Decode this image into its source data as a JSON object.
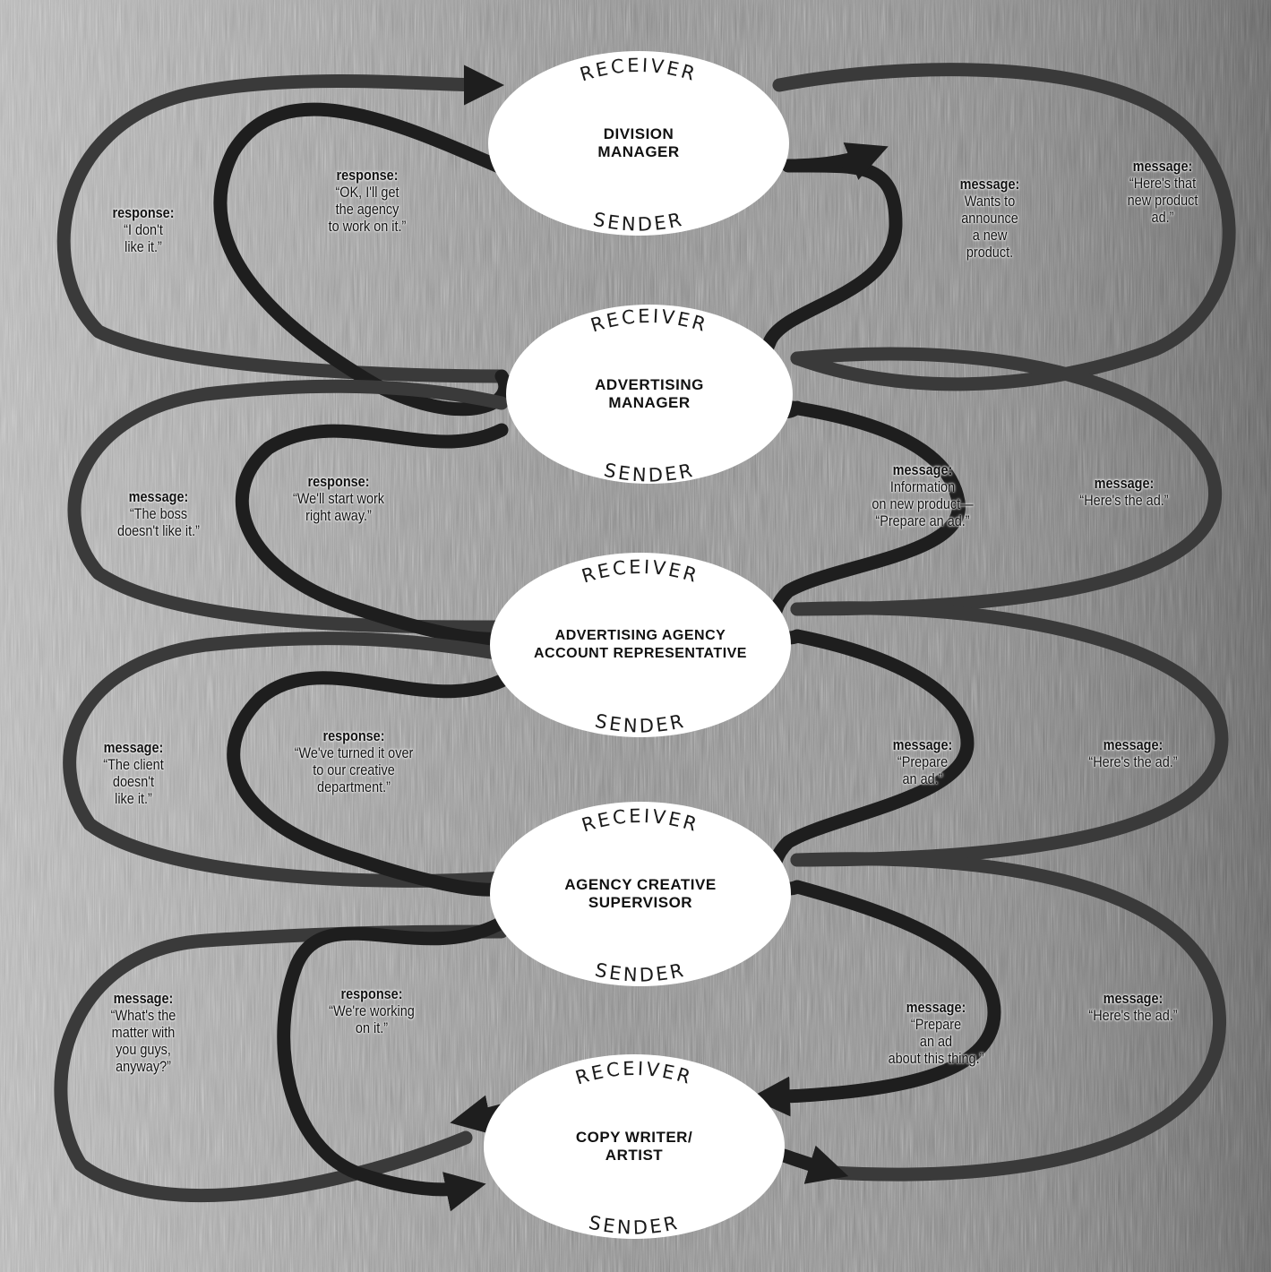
{
  "colors": {
    "background": "#8a8a8a",
    "path": "#1e1e1e",
    "node_fill": "#ffffff",
    "text": "#111111"
  },
  "role_top": "RECEIVER",
  "role_bottom": "SENDER",
  "nodes": [
    {
      "name": "DIVISION\nMANAGER"
    },
    {
      "name": "ADVERTISING\nMANAGER"
    },
    {
      "name": "ADVERTISING AGENCY\nACCOUNT REPRESENTATIVE"
    },
    {
      "name": "AGENCY CREATIVE\nSUPERVISOR"
    },
    {
      "name": "COPY WRITER/\nARTIST"
    }
  ],
  "labels": [
    {
      "kind": "response:",
      "text": "“I don't\nlike it.”"
    },
    {
      "kind": "response:",
      "text": "“OK, I'll get\nthe agency\nto work on it.”"
    },
    {
      "kind": "message:",
      "text": "Wants to\nannounce\na new\nproduct."
    },
    {
      "kind": "message:",
      "text": "“Here's that\nnew product\nad.”"
    },
    {
      "kind": "message:",
      "text": "“The boss\ndoesn't like it.”"
    },
    {
      "kind": "response:",
      "text": "“We'll start work\nright away.”"
    },
    {
      "kind": "message:",
      "text": "Information\non new product—\n“Prepare an ad.”"
    },
    {
      "kind": "message:",
      "text": "“Here's the ad.”"
    },
    {
      "kind": "message:",
      "text": "“The client\ndoesn't\nlike it.”"
    },
    {
      "kind": "response:",
      "text": "“We've turned it over\nto our creative\ndepartment.”"
    },
    {
      "kind": "message:",
      "text": "“Prepare\nan ad.”"
    },
    {
      "kind": "message:",
      "text": "“Here's the ad.”"
    },
    {
      "kind": "message:",
      "text": "“What's the\nmatter with\nyou guys,\nanyway?”"
    },
    {
      "kind": "response:",
      "text": "“We're working\non it.”"
    },
    {
      "kind": "message:",
      "text": "“Prepare\nan ad\nabout this thing.”"
    },
    {
      "kind": "message:",
      "text": "“Here's the ad.”"
    }
  ]
}
